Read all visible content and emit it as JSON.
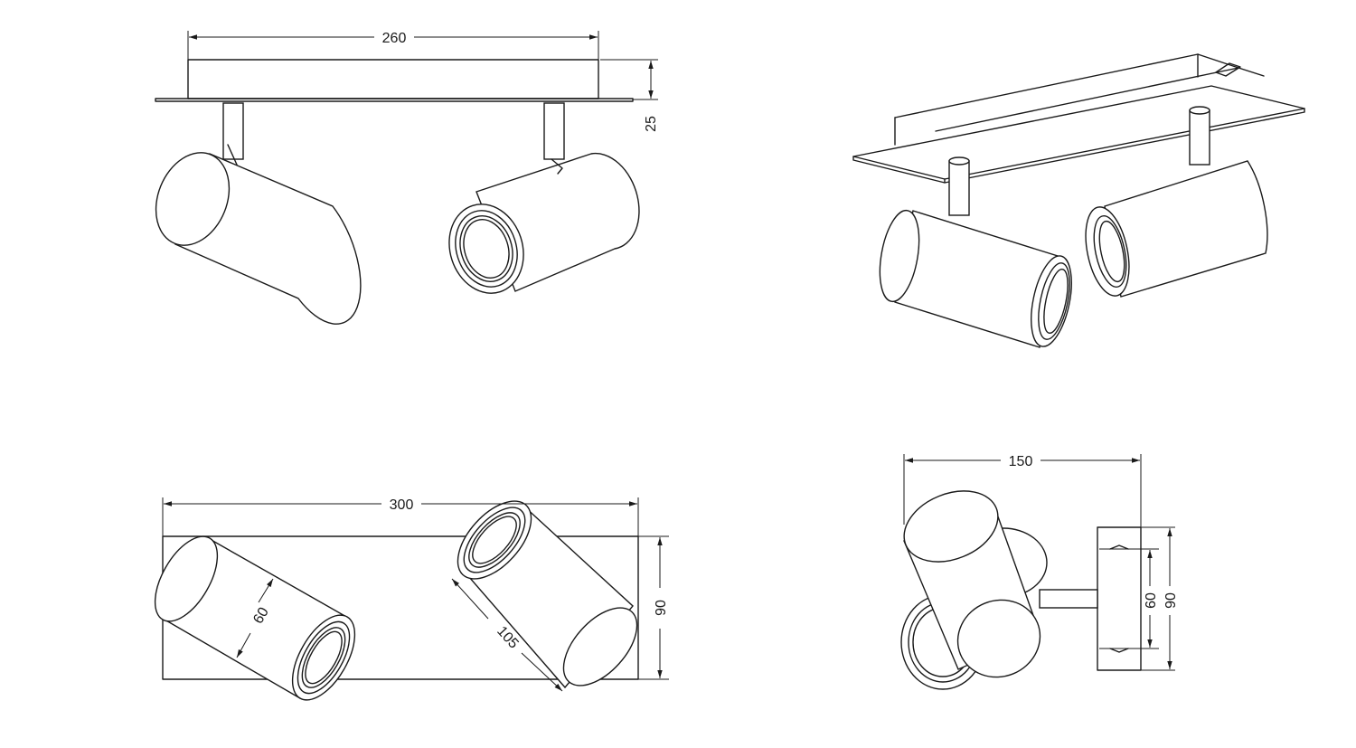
{
  "dimensions": {
    "front_top_width": "260",
    "front_height": "25",
    "plan_width": "300",
    "plan_depth": "90",
    "head_diameter": "60",
    "head_length": "105",
    "side_width": "150",
    "side_plate_inner": "60",
    "side_plate_outer": "90"
  },
  "colors": {
    "line": "#1a1a1a",
    "background": "#ffffff"
  }
}
